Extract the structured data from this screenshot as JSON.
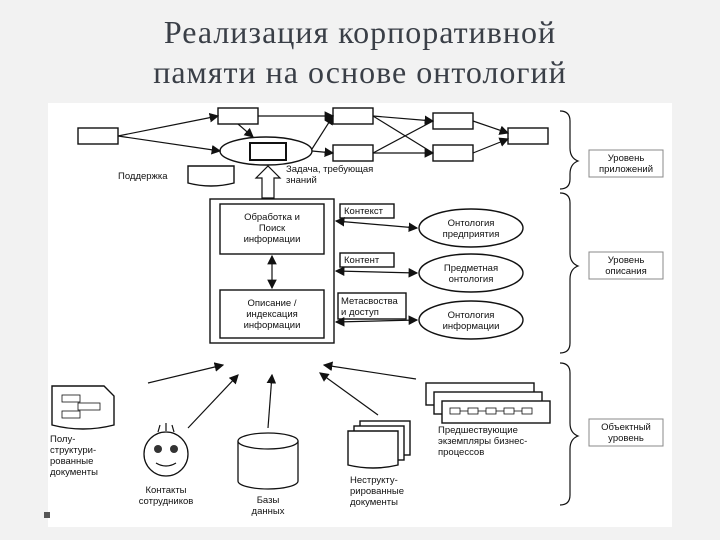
{
  "slide": {
    "title_line1": "Реализация корпоративной",
    "title_line2": "памяти на основе онтологий"
  },
  "diagram": {
    "support": "Поддержка",
    "task_line1": "Задача, требующая",
    "task_line2": "знаний",
    "processing": [
      "Обработка и",
      "Поиск",
      "информации"
    ],
    "description": [
      "Описание /",
      "индексация",
      "информации"
    ],
    "context": "Контекст",
    "content": "Контент",
    "metadata": [
      "Метасвоства",
      "и доступ"
    ],
    "onto_enterprise": [
      "Онтология",
      "предприятия"
    ],
    "onto_domain": [
      "Предметная",
      "онтология"
    ],
    "onto_info": [
      "Онтология",
      "информации"
    ],
    "level_apps": [
      "Уровень",
      "приложений"
    ],
    "level_desc": [
      "Уровень",
      "описания"
    ],
    "level_obj": [
      "Объектный",
      "уровень"
    ],
    "semi_docs": [
      "Полу-",
      "структури-",
      "рованные",
      "документы"
    ],
    "contacts": [
      "Контакты",
      "сотрудников"
    ],
    "databases": [
      "Базы",
      "данных"
    ],
    "unstruct_docs": [
      "Неструкту-",
      "рированные",
      "документы"
    ],
    "prev_instances": [
      "Предшествующие",
      "экземпляры бизнес-",
      "процессов"
    ]
  }
}
